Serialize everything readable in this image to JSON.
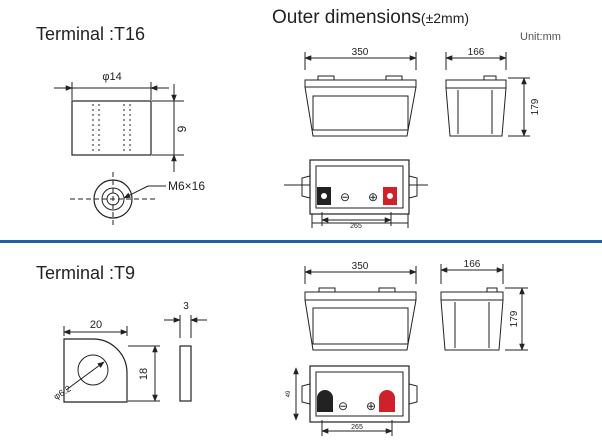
{
  "top": {
    "terminal_title": "Terminal :T16",
    "outer_title": "Outer dimensions",
    "tolerance": "(±2mm)",
    "unit": "Unit:mm",
    "terminal_dims": {
      "diameter": "φ14",
      "height": "9",
      "bolt": "M6×16"
    },
    "battery_dims": {
      "length": "350",
      "width": "166",
      "height": "179",
      "terminal_spacing": "265"
    }
  },
  "bottom": {
    "terminal_title": "Terminal :T9",
    "terminal_dims": {
      "thickness": "3",
      "width": "20",
      "height": "18",
      "hole": "φ6.2"
    },
    "battery_dims": {
      "length": "350",
      "width": "166",
      "height": "179",
      "terminal_spacing": "265",
      "terminal_height": "49"
    }
  },
  "colors": {
    "divider": "#1e5fa6",
    "positive_terminal": "#d0202a",
    "negative_terminal": "#222222"
  },
  "symbols": {
    "negative": "⊖",
    "positive": "⊕"
  }
}
